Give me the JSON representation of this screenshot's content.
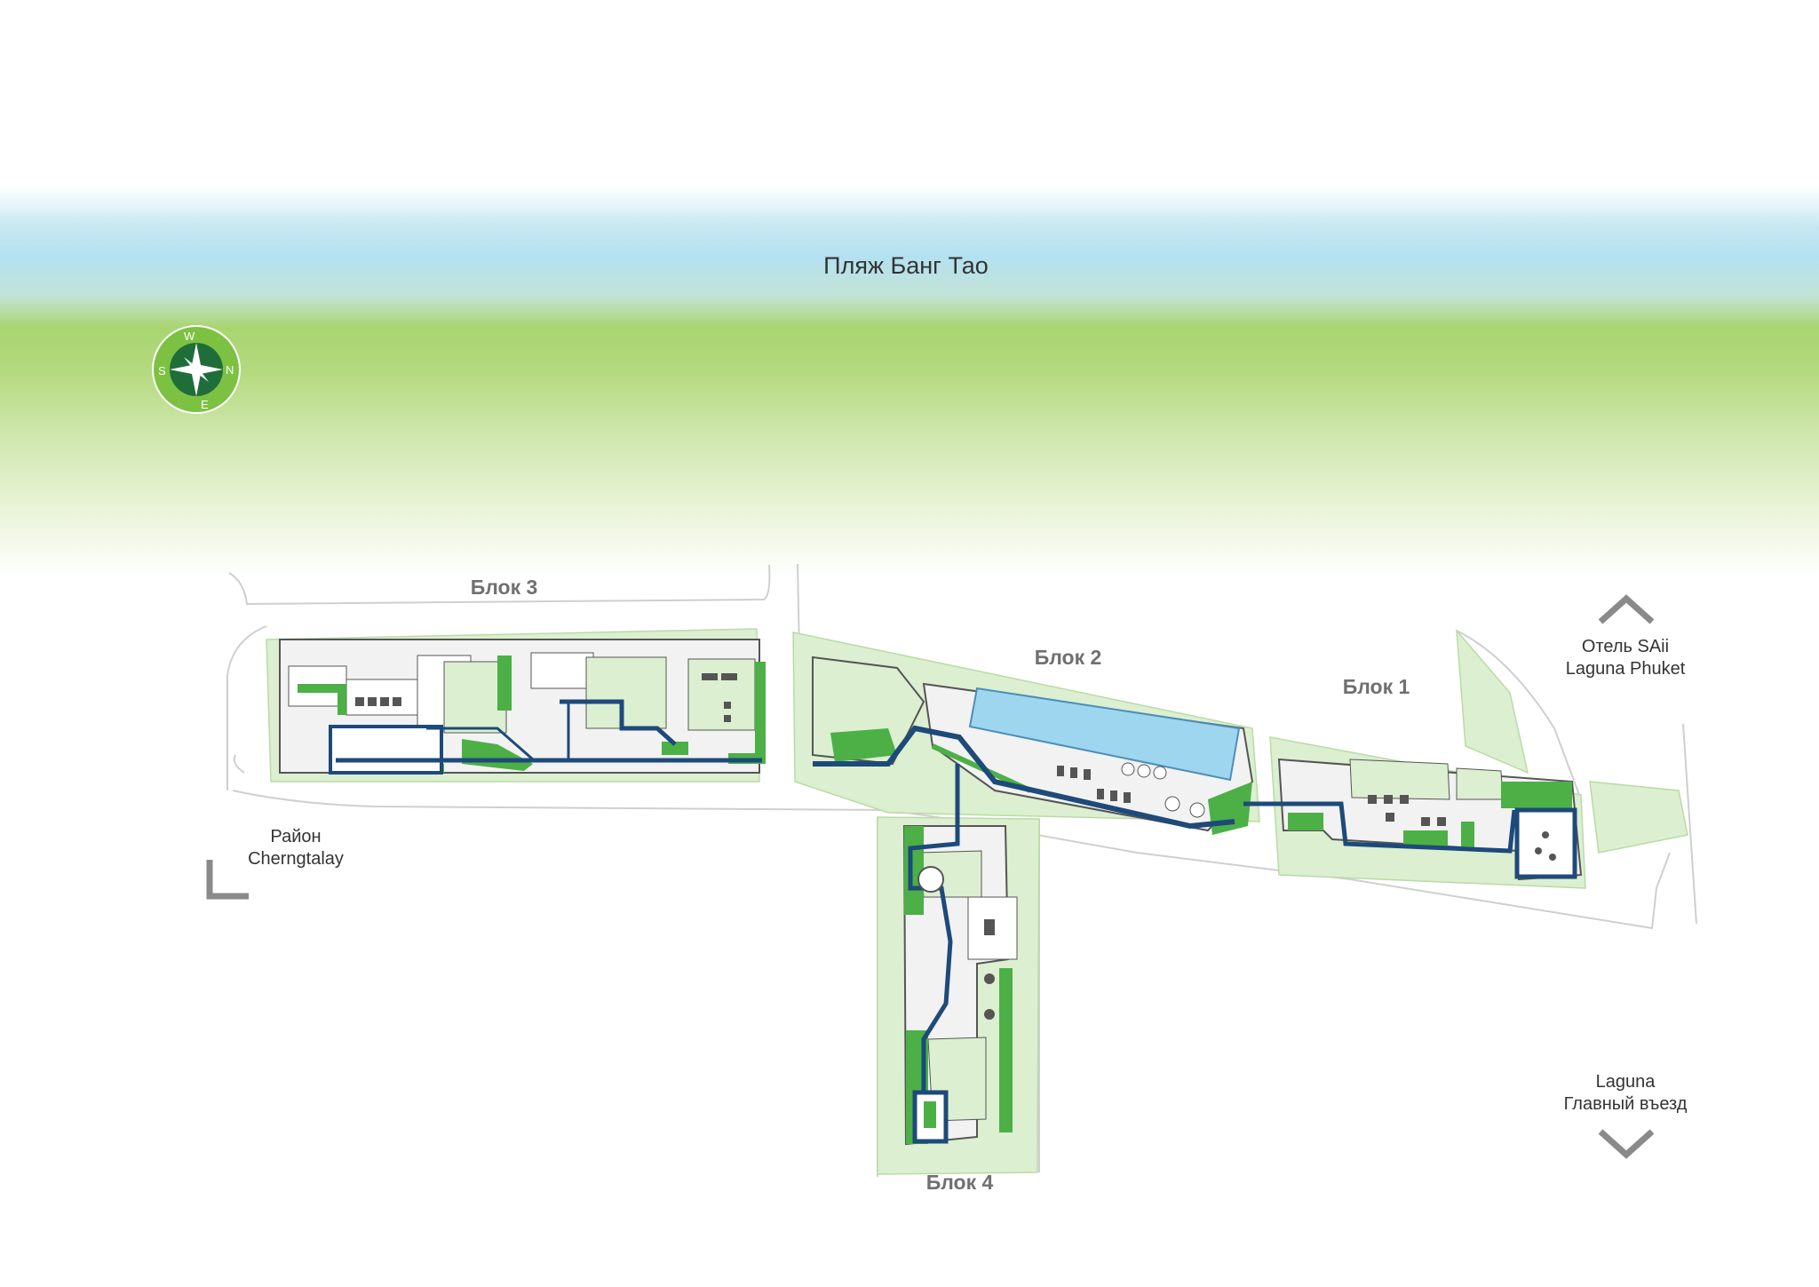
{
  "beach": {
    "title": "Пляж Банг Тао"
  },
  "compass": {
    "north": "N",
    "south": "S",
    "east": "E",
    "west": "W"
  },
  "blocks": {
    "block1": "Блок 1",
    "block2": "Блок 2",
    "block3": "Блок 3",
    "block4": "Блок 4"
  },
  "directions": {
    "hotel": "Отель SAii\nLaguna Phuket",
    "district": "Район\nCherngtalay",
    "main_entrance": "Laguna\nГлавный въезд"
  },
  "colors": {
    "sea_blue": "#b4e1f1",
    "lawn_green": "#a9d571",
    "building_green": "#4cb046",
    "pool_blue": "#9fd6ef",
    "path_navy": "#1d4a7a",
    "compass_green": "#3a9a3c"
  }
}
